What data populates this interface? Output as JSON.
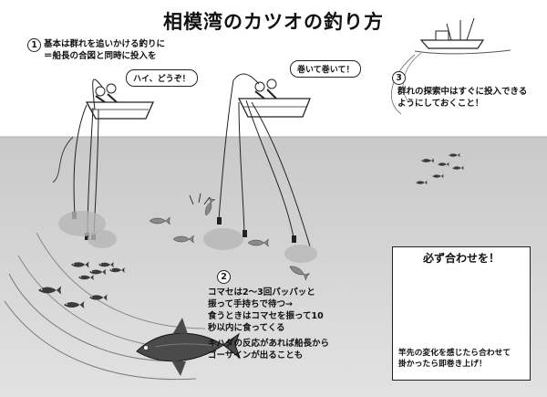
{
  "title": "相模湾のカツオの釣り方",
  "step1": {
    "number": "1",
    "lines": [
      "基本は群れを追いかける釣りに",
      "＝船長の合図と同時に投入を"
    ],
    "speech": "ハイ、どうぞ！"
  },
  "step2": {
    "number": "2",
    "lines": [
      "コマセは2〜3回パッパッと",
      "振って手持ちで待つ→",
      "食うときはコマセを振って10",
      "秒以内に食ってくる",
      "キハダの反応があれば船長から",
      "ゴーサインが出ることも"
    ],
    "speech": "巻いて巻いて！"
  },
  "step3": {
    "number": "3",
    "lines": [
      "群れの探索中はすぐに投入できる",
      "ようにしておくこと！"
    ]
  },
  "panel": {
    "title": "必ず合わせを！",
    "lines": [
      "竿先の変化を感じたら合わせて",
      "掛かったら即巻き上げ！"
    ]
  },
  "colors": {
    "sea": "#d6d6d6",
    "ink": "#1a1a1a",
    "paper": "#ffffff"
  }
}
